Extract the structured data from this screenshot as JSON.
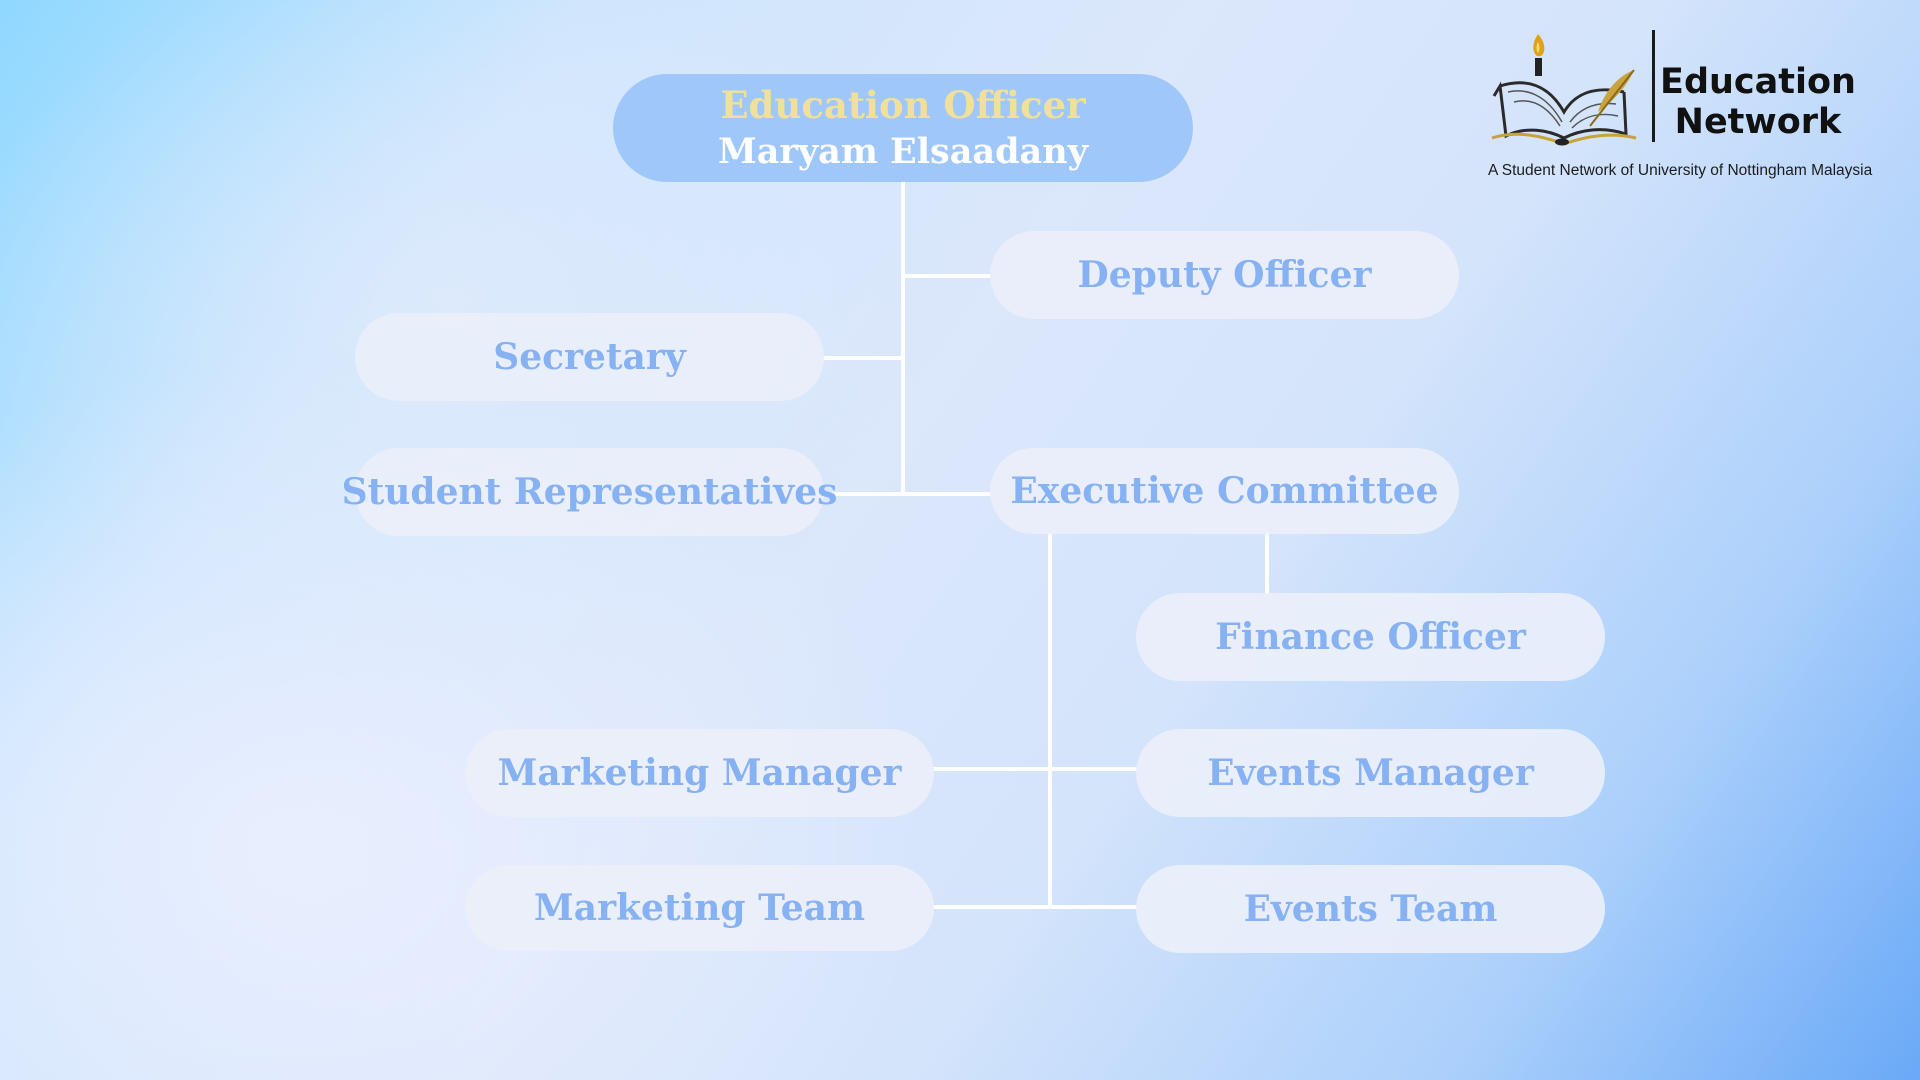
{
  "org_chart": {
    "head": {
      "role": "Education Officer",
      "name": "Maryam Elsaadany"
    },
    "nodes": {
      "deputy": "Deputy Officer",
      "secretary": "Secretary",
      "student_reps": "Student Representatives",
      "exec_committee": "Executive Committee",
      "finance": "Finance Officer",
      "marketing_manager": "Marketing Manager",
      "events_manager": "Events Manager",
      "marketing_team": "Marketing Team",
      "events_team": "Events Team"
    },
    "colors": {
      "node_text": "#86b1f2",
      "node_fill": "#eaeffa",
      "head_fill": "#a0c7fa",
      "head_role_text": "#f1e09a",
      "head_name_text": "#ffffff",
      "connector": "#ffffff"
    }
  },
  "logo": {
    "title_line1": "Education",
    "title_line2": "Network",
    "tagline": "A Student Network of University of Nottingham Malaysia",
    "icon": "open-book-candle-quill-icon"
  }
}
